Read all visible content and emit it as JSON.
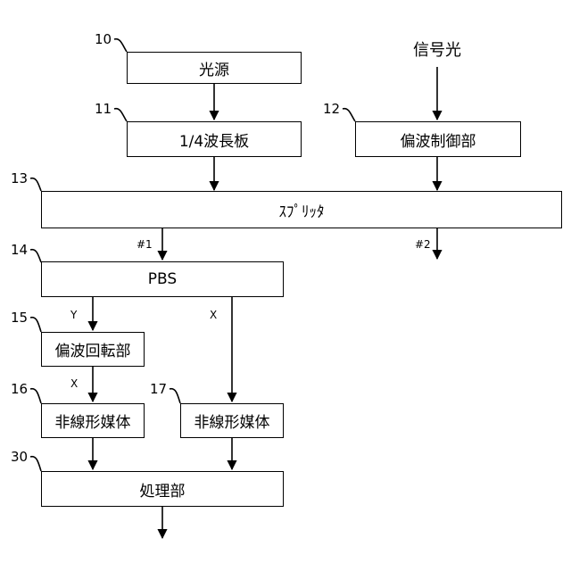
{
  "input_label": "信号光",
  "blocks": {
    "light_source": {
      "ref": "10",
      "label": "光源"
    },
    "quarter_wave_plate": {
      "ref": "11",
      "label": "1/4波長板"
    },
    "polarization_controller": {
      "ref": "12",
      "label": "偏波制御部"
    },
    "splitter": {
      "ref": "13",
      "label": "ｽﾌﾟﾘｯﾀ"
    },
    "pbs": {
      "ref": "14",
      "label": "PBS"
    },
    "polarization_rotator": {
      "ref": "15",
      "label": "偏波回転部"
    },
    "nonlinear_medium_a": {
      "ref": "16",
      "label": "非線形媒体"
    },
    "nonlinear_medium_b": {
      "ref": "17",
      "label": "非線形媒体"
    },
    "processor": {
      "ref": "30",
      "label": "処理部"
    }
  },
  "port_labels": {
    "splitter_out1": "#1",
    "splitter_out2": "#2",
    "pbs_out_y": "Y",
    "pbs_out_x": "X",
    "rotator_out": "X"
  }
}
